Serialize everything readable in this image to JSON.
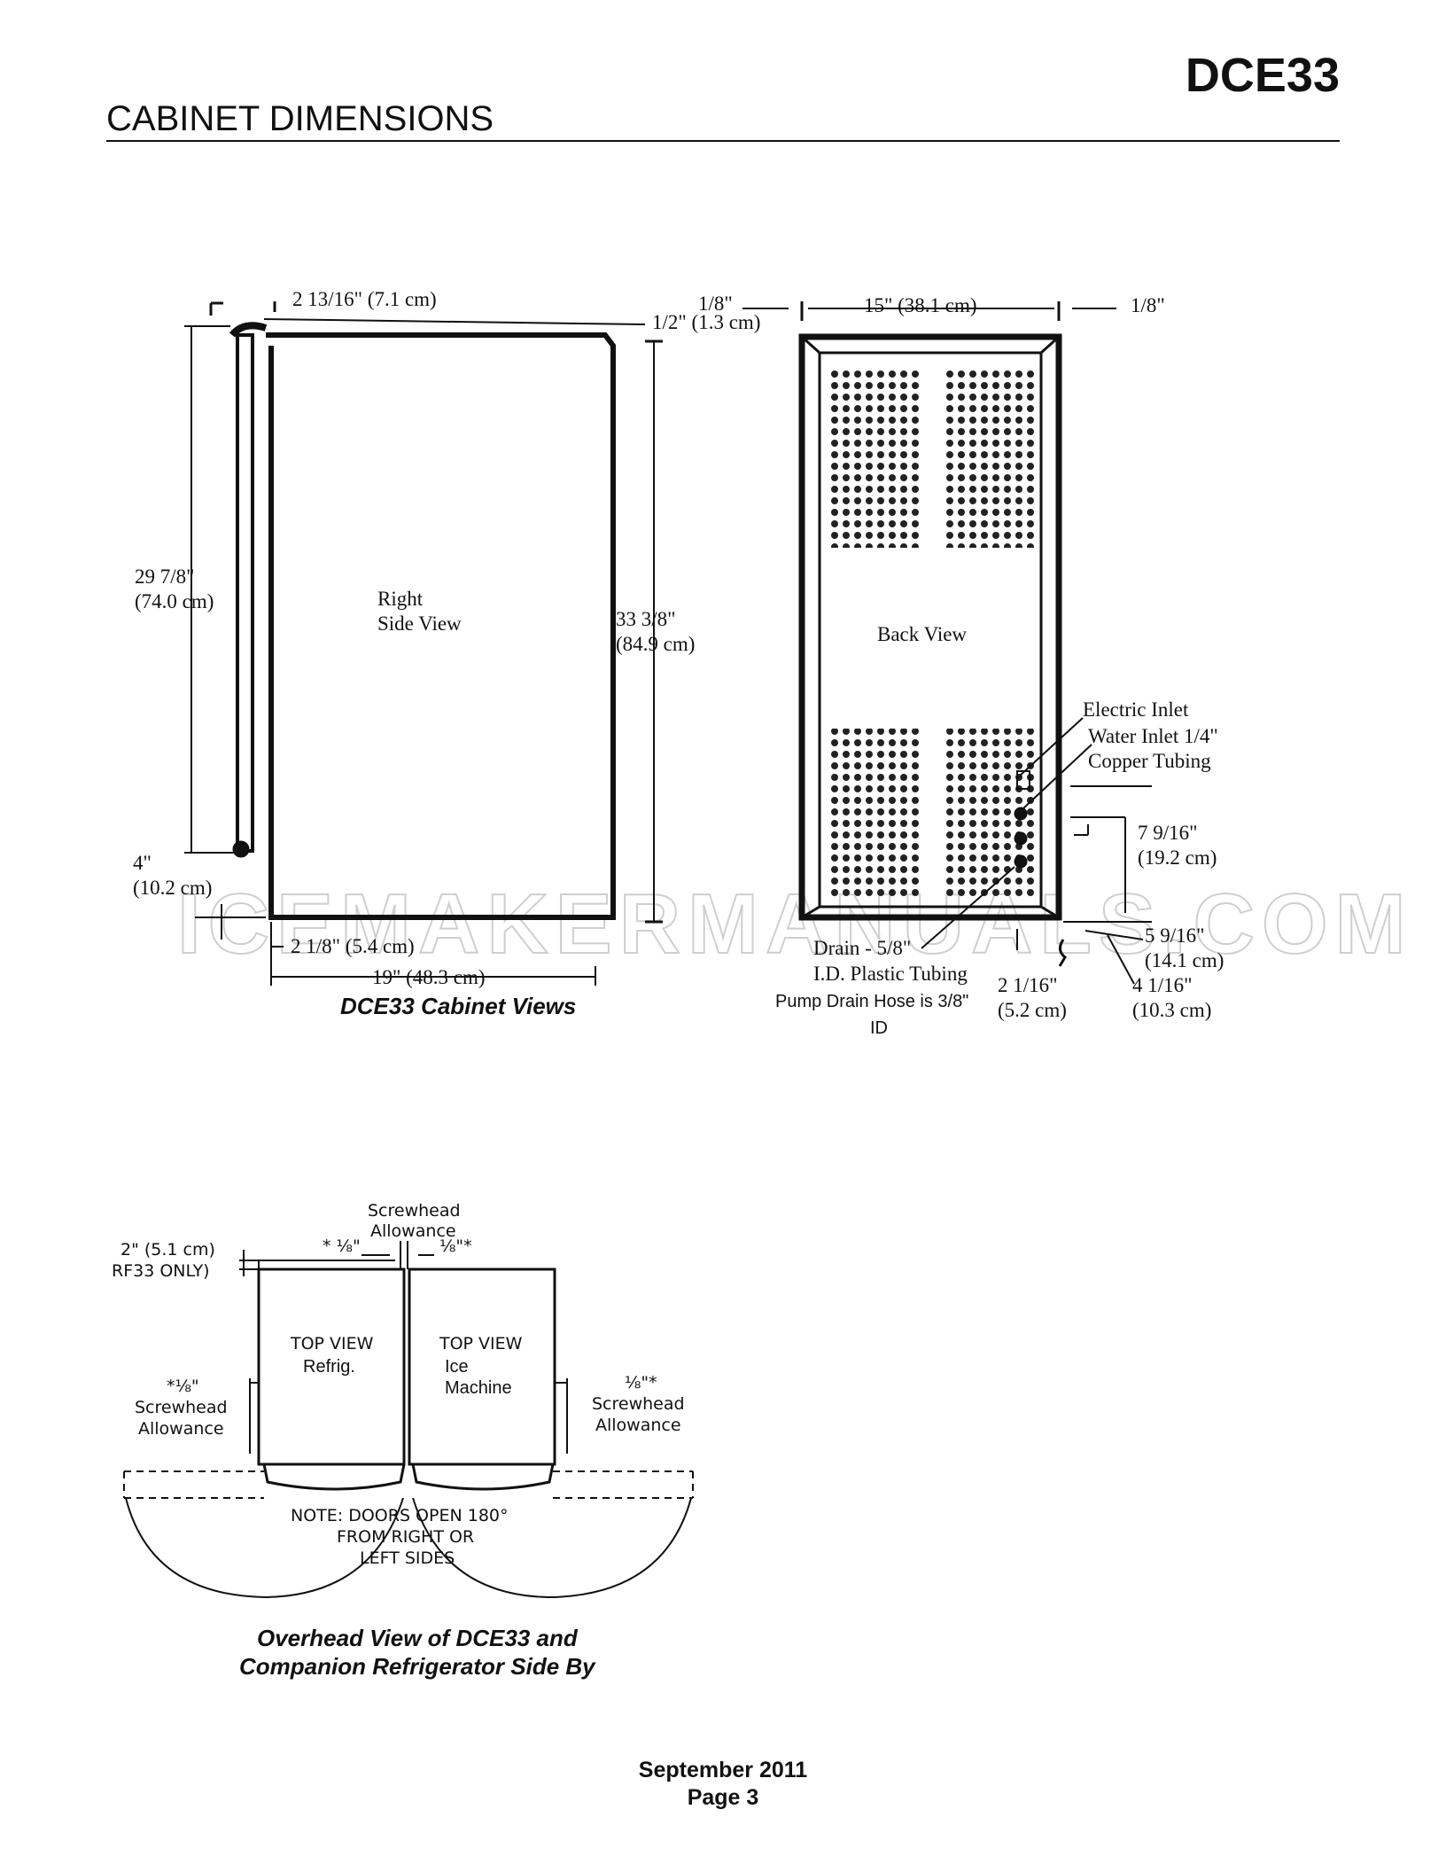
{
  "header": {
    "model": "DCE33",
    "section": "CABINET DIMENSIONS"
  },
  "side_view": {
    "label_line1": "Right",
    "label_line2": "Side View",
    "dim_top_depth": "2 13/16\" (7.1 cm)",
    "dim_top_offset": "1/2\" (1.3 cm)",
    "dim_height_door_1": "29 7/8\"",
    "dim_height_door_2": "(74.0 cm)",
    "dim_height_total_1": "33 3/8\"",
    "dim_height_total_2": "(84.9 cm)",
    "dim_base_1": "4\"",
    "dim_base_2": "(10.2 cm)",
    "dim_bottom_small": "2 1/8\" (5.4 cm)",
    "dim_bottom_total": "19\" (48.3 cm)"
  },
  "back_view": {
    "label": "Back View",
    "dim_left": "1/8\"",
    "dim_width": "15\" (38.1 cm)",
    "dim_right": "1/8\"",
    "electric_inlet": "Electric Inlet",
    "water_inlet_1": "Water Inlet 1/4\"",
    "water_inlet_2": "Copper Tubing",
    "dim_a_1": "7 9/16\"",
    "dim_a_2": "(19.2 cm)",
    "dim_b_1": "5 9/16\"",
    "dim_b_2": "(14.1 cm)",
    "dim_c_1": "2 1/16\"",
    "dim_c_2": "(5.2 cm)",
    "dim_d_1": "4 1/16\"",
    "dim_d_2": "(10.3 cm)",
    "drain_1": "Drain - 5/8\"",
    "drain_2": "I.D. Plastic Tubing",
    "pump_1": "Pump Drain Hose is 3/8\"",
    "pump_2": "ID"
  },
  "cabinet_caption": "DCE33 Cabinet Views",
  "top_view": {
    "screwhead_top_1": "Screwhead",
    "screwhead_top_2": "Allowance",
    "dim_rf_1": "2\" (5.1 cm)",
    "dim_rf_2": "RF33 ONLY)",
    "eighth_a": "* ⅛\"",
    "eighth_b": "⅛\"*",
    "left_eighth": "*⅛\"",
    "left_sh_1": "Screwhead",
    "left_sh_2": "Allowance",
    "right_eighth": "⅛\"*",
    "right_sh_1": "Screwhead",
    "right_sh_2": "Allowance",
    "refrig_1": "TOP VIEW",
    "refrig_2": "Refrig.",
    "ice_1": "TOP VIEW",
    "ice_2": "Ice",
    "ice_3": "Machine",
    "note_1": "NOTE: DOORS OPEN 180°",
    "note_2": "FROM RIGHT OR",
    "note_3": "LEFT SIDES"
  },
  "overhead_caption_1": "Overhead View of DCE33 and",
  "overhead_caption_2": "Companion Refrigerator Side By",
  "watermark": "ICEMAKERMANUALS.COM",
  "footer": {
    "date": "September 2011",
    "page": "Page 3"
  }
}
